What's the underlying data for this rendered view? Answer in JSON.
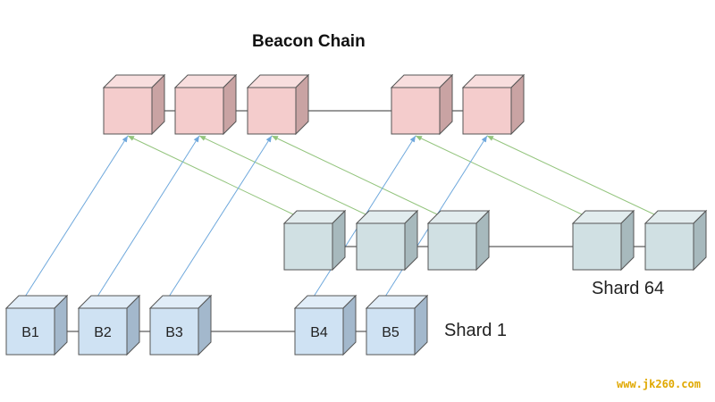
{
  "title": "Beacon Chain",
  "labels": {
    "shard_1": "Shard 1",
    "shard_64": "Shard 64"
  },
  "watermark": "www.jk260.com",
  "shard1_blocks": [
    "B1",
    "B2",
    "B3",
    "B4",
    "B5"
  ],
  "colors": {
    "beacon_front": "#f4cccc",
    "beacon_top": "#f8dede",
    "beacon_side": "#c9a3a3",
    "shard64_front": "#d0e0e3",
    "shard64_top": "#e2ecee",
    "shard64_side": "#a7b9bd",
    "shard1_front": "#cfe2f3",
    "shard1_top": "#e1edf8",
    "shard1_side": "#a3b8cc",
    "link_shard1": "#6fa8dc",
    "link_shard64": "#93c47d",
    "chain_arrow": "#333333"
  }
}
